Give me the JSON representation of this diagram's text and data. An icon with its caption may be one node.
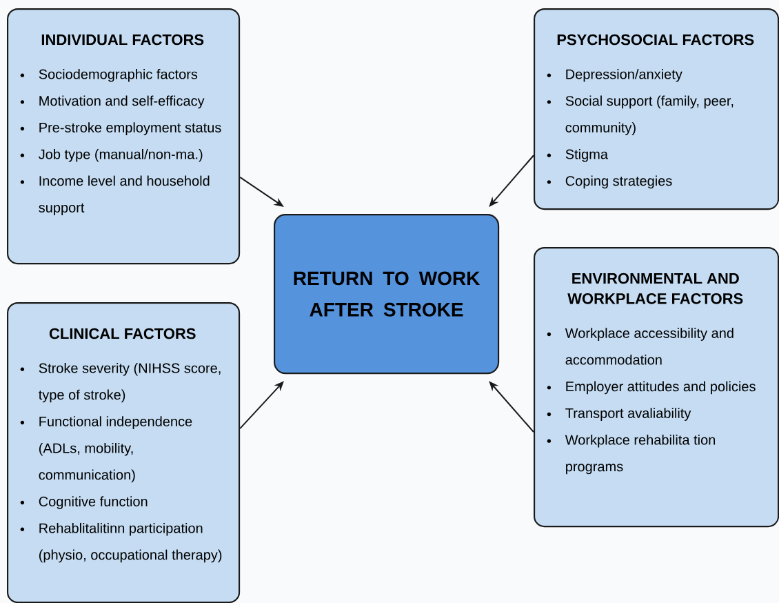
{
  "diagram": {
    "nodes": [
      {
        "text": [
          "INDIVIDUAL FACTORS",
          "Sociodemographic factors",
          "Motivation and self-efficacy",
          "Pre-stroke employment status",
          "Job type (manual/non-ma.)",
          "Income level and household support"
        ]
      },
      {
        "text": [
          "PSYCHOSOCIAL FACTORS",
          "Depression/anxiety",
          "Social support (family, peer, community)",
          "Stigma",
          "Coping strategies"
        ]
      },
      {
        "text": [
          "RETURN TO WORK AFTER STROKE"
        ]
      },
      {
        "text": [
          "ENVIRONMENTAL AND WORKPLACE FACTORS",
          "Workplace accessibility and accommodation",
          "Employer attitudes and policies",
          "Transport avaliability",
          "Workplace rehabilita tion programs"
        ]
      },
      {
        "text": [
          "CLINICAL FACTORS",
          "Stroke severity (NIHSS score, type of stroke)",
          "Functional independence (ADLs, mobility, communication)",
          "Cognitive function",
          "Rehablitalitinn participation (physio, occupational therapy)"
        ]
      }
    ],
    "edges": [
      {
        "from": 0,
        "to": 2,
        "arrow": "to"
      },
      {
        "from": 1,
        "to": 2,
        "arrow": "to"
      },
      {
        "from": 3,
        "to": 2,
        "arrow": "to"
      },
      {
        "from": 4,
        "to": 2,
        "arrow": "to"
      }
    ]
  }
}
